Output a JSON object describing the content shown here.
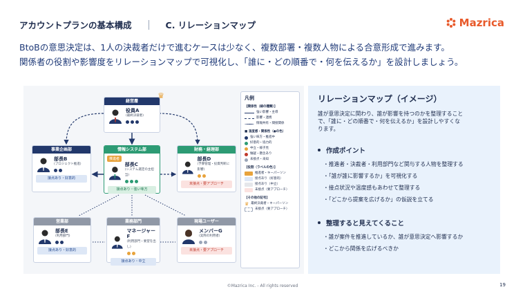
{
  "header": {
    "title": "アカウントプランの基本構成",
    "section": "C. リレーションマップ"
  },
  "logo": {
    "text": "Mazrica",
    "color": "#e85a2b"
  },
  "intro": {
    "line1": "BtoBの意思決定は、1人の決裁者だけで進むケースは少なく、複数部署・複数人物による合意形成で進みます。",
    "line2": "関係者の役割や影響度をリレーションマップで可視化し、「誰に・どの順番で・何を伝えるか」を設計しましょう。"
  },
  "diagram": {
    "nodes": {
      "exec": {
        "dept": "経営層",
        "role": "役員A",
        "sub": "(最終決裁者)"
      },
      "plan": {
        "dept": "事業企画部",
        "role": "部長B",
        "sub": "(プロジェクト推進)",
        "tag": "接点あり・好意的"
      },
      "it": {
        "dept": "情報システム部",
        "badge": "推進者",
        "role": "部長C",
        "sub": "(システム選定の主担当)",
        "tag": "接点あり・強い味方"
      },
      "fin": {
        "dept": "財務・経理部",
        "role": "部長D",
        "sub": "(予算管理・投資判断に影響)",
        "tag": "未接点・要アプローチ"
      },
      "sales": {
        "dept": "営業部",
        "role": "部長E",
        "sub": "(利用部門)",
        "tag": "接点あり・好意的"
      },
      "ops": {
        "dept": "業務部門",
        "role": "マネージャーF",
        "sub": "(利用部門・要望を出し)",
        "tag": "接点あり・中立"
      },
      "user": {
        "dept": "現場ユーザー",
        "role": "メンバーG",
        "sub": "(実際の利用者)",
        "tag": "未接点・要アプローチ"
      }
    },
    "legend": {
      "title": "凡例",
      "s1": "【関係性（線の種類）】",
      "l1": "強い影響・主導",
      "l2": "影響・連携",
      "l3": "情報共有・間接関係",
      "s2": "■ 温度感・関係性（●の色）",
      "c1": "強い味方・推進中",
      "c2": "好意的・協力的",
      "c3": "中立・様子見",
      "c4": "懐疑・懸念あり",
      "c5": "未接点・未知",
      "s3": "【役割（ラベルの色）】",
      "r1": "推進者・キーパーソン",
      "r2": "接点あり（好意的）",
      "r3": "接点あり（中立）",
      "r4": "未接点（要アプローチ）",
      "s4": "【その他の記号】",
      "o1": "最終決裁者・キーパーソン",
      "o2": "未接点（要アプローチ）"
    }
  },
  "panel": {
    "title": "リレーションマップ（イメージ）",
    "desc1": "誰が意思決定に関わり、誰が影響を持つのかを整理すること",
    "desc2": "で、「誰に・どの順番で・何を伝えるか」を設計しやすくな",
    "desc3": "ります。",
    "sec1": "作成ポイント",
    "p1": "・推進者・決裁者・利用部門など関与する人物を整理する",
    "p2": "・「誰が誰に影響するか」を可視化する",
    "p3": "・接点状況や温度感もあわせて整理する",
    "p4": "・「どこから提案を広げるか」の仮説を立てる",
    "sec2": "整理すると見えてくること",
    "q1": "・誰が案件を推進しているか、誰が意思決定へ影響するか",
    "q2": "・どこから関係を広げるべきか"
  },
  "footer": {
    "copyright": "©Mazrica Inc. - All rights reserved",
    "page": "19"
  },
  "colors": {
    "navy": "#22386b",
    "green": "#2d9b74",
    "gray": "#9098a6",
    "orange": "#e8a33c",
    "panel": "#e9f2fc"
  }
}
